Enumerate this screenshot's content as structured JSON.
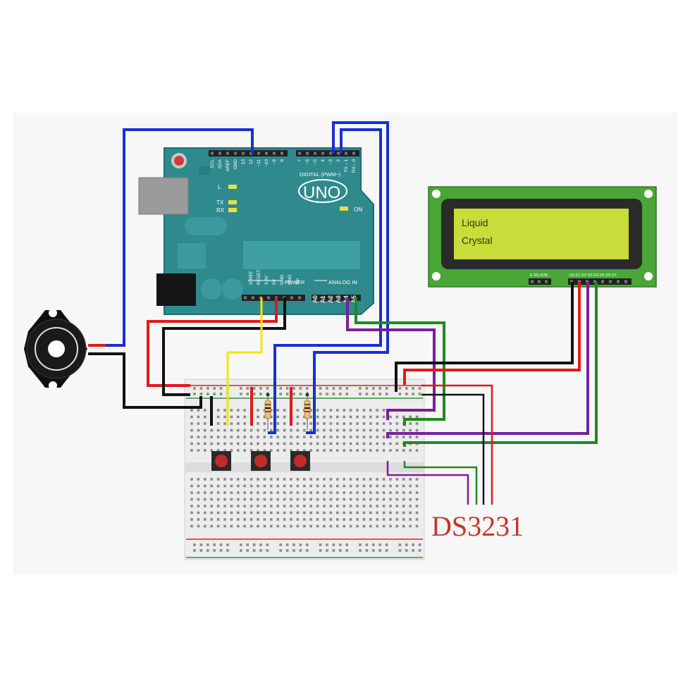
{
  "arduino": {
    "model": "UNO",
    "header_top_left": [
      "SCL",
      "SDA",
      "AREF",
      "GND",
      "13",
      "12",
      "~11",
      "~10",
      "~9",
      "8"
    ],
    "header_top_right": [
      "7",
      "~6",
      "~5",
      "4",
      "~3",
      "2",
      "TX→1",
      "RX←0"
    ],
    "digital_label": "DIGITAL (PWM~)",
    "led_l": "L",
    "led_tx": "TX",
    "led_rx": "RX",
    "led_on": "ON",
    "power_label": "POWER",
    "analog_label": "ANALOG IN",
    "power_pins": [
      "IOREF",
      "RESET",
      "3.3V",
      "5V",
      "GND",
      "GND",
      "Vin"
    ],
    "analog_pins": [
      "A0",
      "A1",
      "A2",
      "A3",
      "A4",
      "A5"
    ]
  },
  "lcd": {
    "line1": "Liquid",
    "line2": "Crystal",
    "pin_labels_left": "E RS R/W",
    "pin_labels_right": "D0 D1 D2 D3 D4 D5 D6 D7"
  },
  "module_label": "DS3231",
  "colors": {
    "wire_blue": "#1a2fd0",
    "wire_red": "#e01a1a",
    "wire_black": "#111111",
    "wire_green": "#1f8a1f",
    "wire_purple": "#7a1f9a",
    "wire_yellow": "#f2e600",
    "board_teal": "#2f8a8e",
    "lcd_green": "#4aa636",
    "lcd_screen": "#c8dc3a",
    "label_red": "#c0392b"
  }
}
